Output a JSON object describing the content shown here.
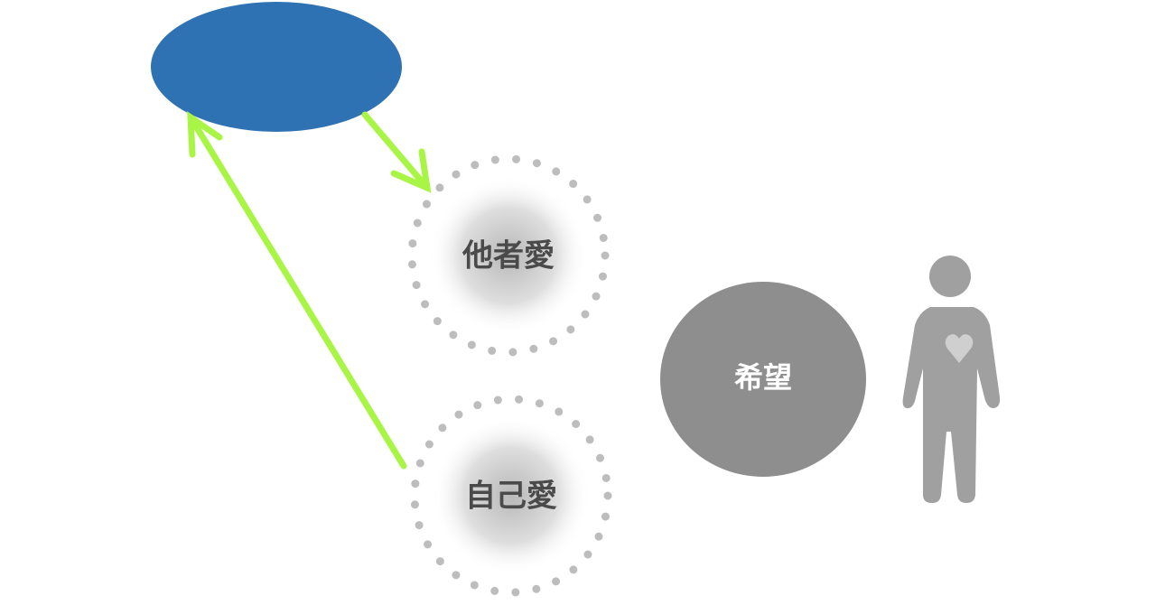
{
  "nodes": {
    "top_ellipse": {
      "color": "#2e72b3"
    },
    "other_love": {
      "label": "他者愛"
    },
    "self_love": {
      "label": "自己愛"
    },
    "hope": {
      "label": "希望",
      "color": "#8e8e8e"
    },
    "person": {
      "icon": "person-with-heart-icon",
      "color": "#a0a0a0"
    }
  },
  "arrows": {
    "color": "#a8f545"
  }
}
